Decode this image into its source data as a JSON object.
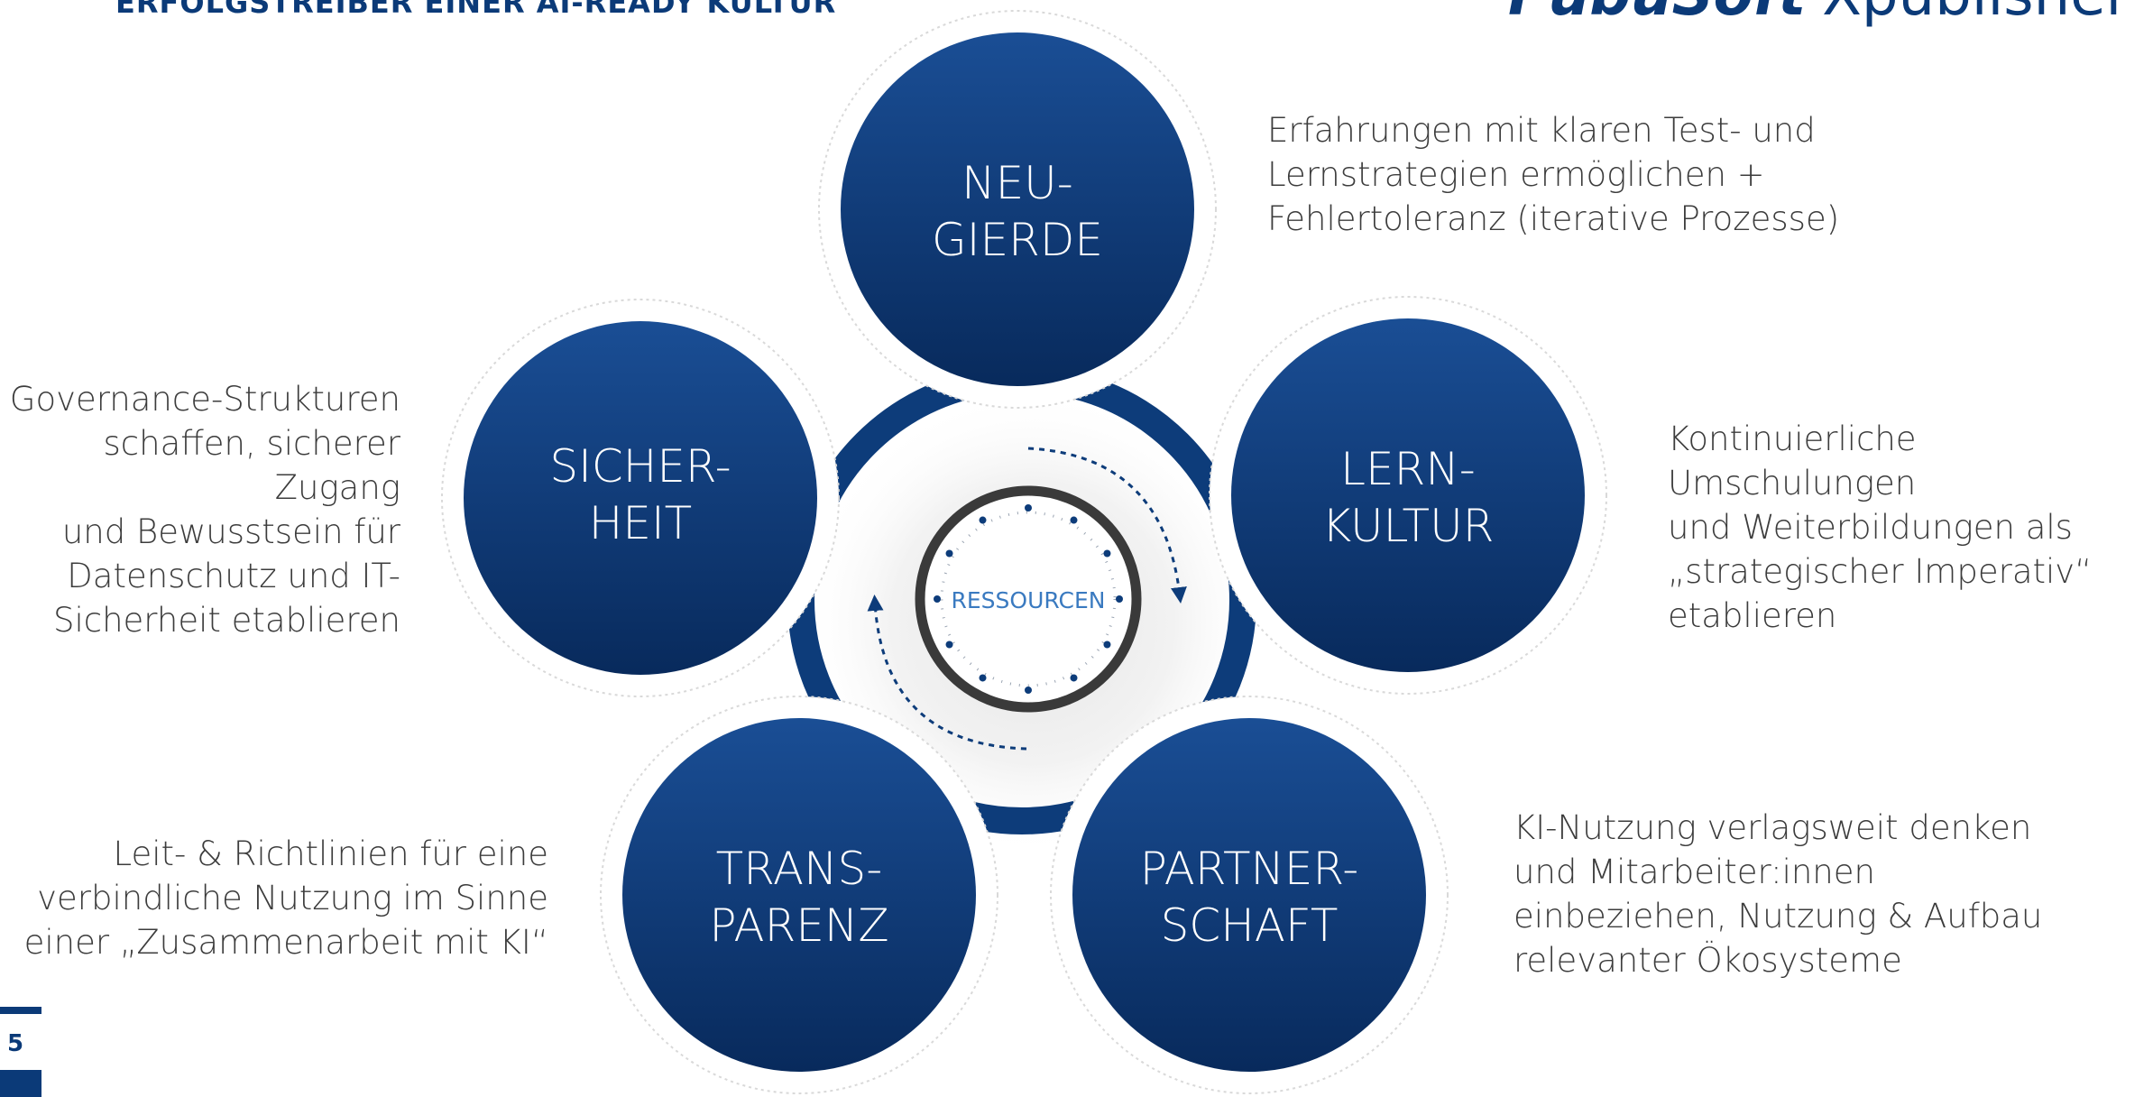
{
  "title": "ERFOLGSTREIBER EINER AI-READY KULTUR",
  "logo": {
    "brand": "PubuSoft",
    "product": "Xpublisher"
  },
  "page_number": "5",
  "center_label": "RESSOURCEN",
  "circles": [
    {
      "id": "neugierde",
      "lines": [
        "NEU-",
        "GIERDE"
      ]
    },
    {
      "id": "lernkultur",
      "lines": [
        "LERN-",
        "KULTUR"
      ]
    },
    {
      "id": "partnerschaft",
      "lines": [
        "PARTNER-",
        "SCHAFT"
      ]
    },
    {
      "id": "transparenz",
      "lines": [
        "TRANS-",
        "PARENZ"
      ]
    },
    {
      "id": "sicherheit",
      "lines": [
        "SICHER-",
        "HEIT"
      ]
    }
  ],
  "descriptions": {
    "neugierde": "Erfahrungen mit klaren Test- und\nLernstrategien ermöglichen +\nFehlertoleranz (iterative Prozesse)",
    "lernkultur": "Kontinuierliche Umschulungen\nund Weiterbildungen als\n„strategischer Imperativ“\netablieren",
    "partnerschaft": "KI-Nutzung verlagsweit denken\nund Mitarbeiter:innen\neinbeziehen, Nutzung & Aufbau\nrelevanter Ökosysteme",
    "transparenz": "Leit- & Richtlinien für eine\nverbindliche Nutzung im Sinne\neiner „Zusammenarbeit mit KI“",
    "sicherheit": "Governance-Strukturen\nschaffen, sicherer Zugang\nund Bewusstsein für\nDatenschutz und IT-\nSicherheit etablieren"
  },
  "colors": {
    "primary": "#0b3a78",
    "circle_light": "#1a4e95",
    "circle_dark": "#082a5c",
    "ring": "#0d3c7a",
    "text": "#3c3c3c"
  }
}
